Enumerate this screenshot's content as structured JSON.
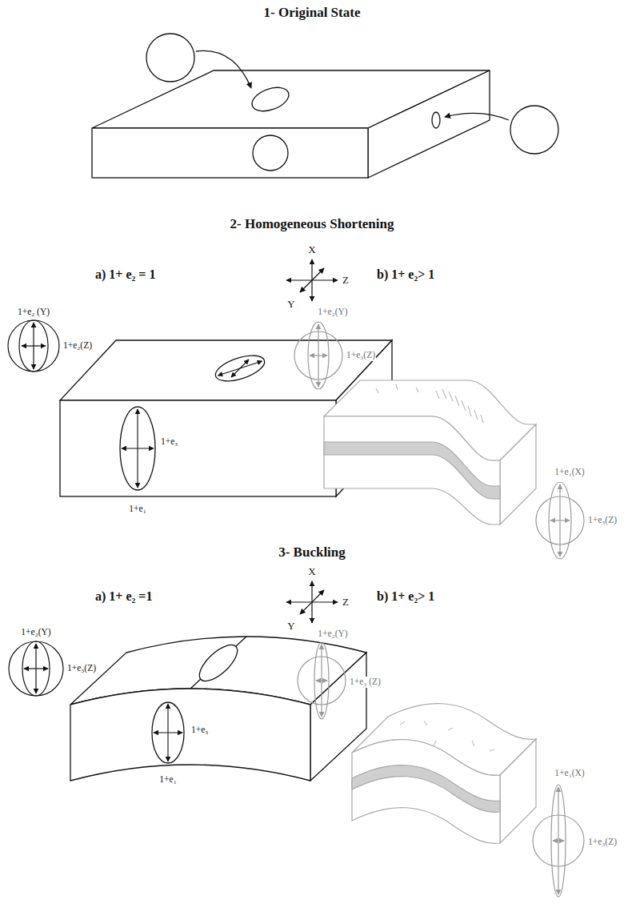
{
  "diagram": {
    "labels": [
      "1- Original State",
      "2- Homogeneous Shortening",
      "a) 1+ e₂ = 1",
      "X",
      "Y",
      "Z",
      "b) 1+ e₂> 1",
      "1+e₂ (Y)",
      "1+e₂(Z)",
      "1+e₃",
      "1+e₁",
      "1+e₂(Y)",
      "1+e₃(Z)",
      "1+e₁(X)",
      "1+e₃(Z)",
      "3- Buckling",
      "a) 1+ e₂ =1",
      "X",
      "Y",
      "Z",
      "b) 1+ e₂> 1",
      "1+e₂(Y)",
      "1+e₃(Z)",
      "1+e₃",
      "1+e₁",
      "1+e₂(Y)",
      "1+e₃ (Z)",
      "1+e₁(X)",
      "1+e₃(Z)"
    ]
  }
}
